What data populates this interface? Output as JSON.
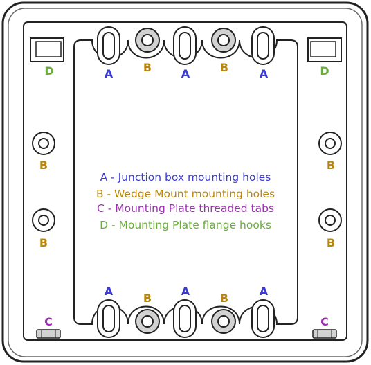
{
  "colors": {
    "A": "#3a3ad6",
    "B": "#b8860b",
    "C": "#9b30b0",
    "D": "#6aac3c",
    "outline": "#222222",
    "hole_fill": "#d2d2d2"
  },
  "marks": {
    "A": "A",
    "B": "B",
    "C": "C",
    "D": "D"
  },
  "legend": [
    {
      "key": "A",
      "text": "A - Junction box mounting holes"
    },
    {
      "key": "B",
      "text": "B - Wedge Mount mounting holes"
    },
    {
      "key": "C",
      "text": "C - Mounting Plate threaded tabs"
    },
    {
      "key": "D",
      "text": "D - Mounting Plate flange hooks"
    }
  ]
}
